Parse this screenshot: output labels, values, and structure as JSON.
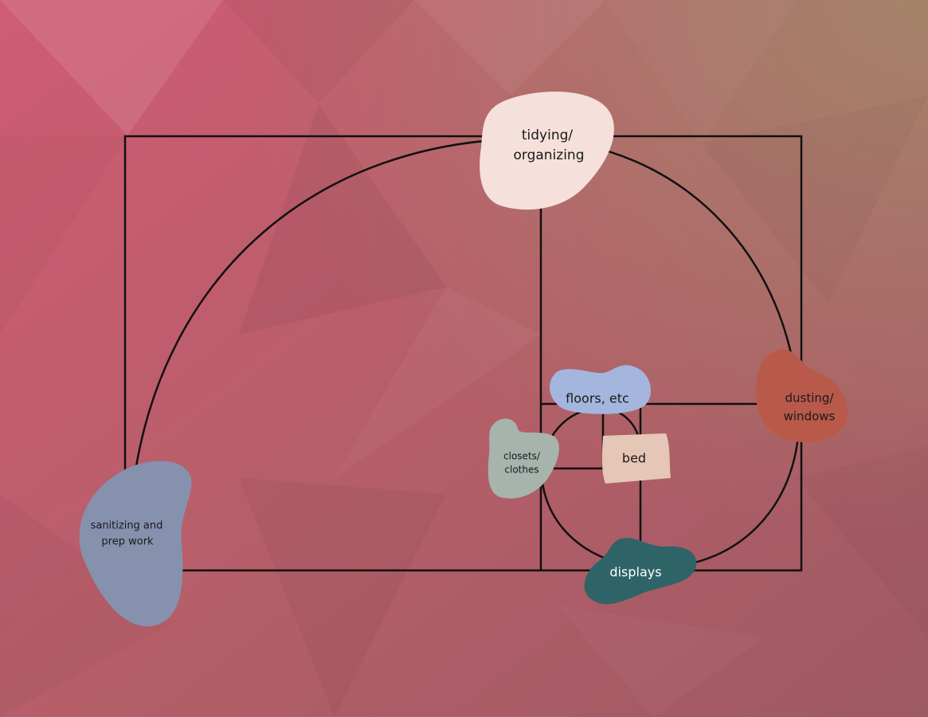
{
  "colors": {
    "bg_top_left": "#cf5c73",
    "bg_top_right": "#a4836a",
    "bg_bottom_left": "#b8556a",
    "bg_bottom_right": "#9e5a62",
    "line": "#111111",
    "blob_tidying": "#f5e0dc",
    "blob_sanitizing": "#8591ad",
    "blob_dusting": "#b9594a",
    "blob_floors": "#a4b6dd",
    "blob_closets": "#a6b4ad",
    "blob_bed": "#e6c6b6",
    "blob_displays": "#2e6467",
    "text_dark": "#1a1a1a",
    "text_light": "#ffffff"
  },
  "nodes": {
    "tidying": {
      "line1": "tidying/",
      "line2": "organizing"
    },
    "sanitizing": {
      "line1": "sanitizing and",
      "line2": "prep work"
    },
    "dusting": {
      "line1": "dusting/",
      "line2": "windows"
    },
    "floors": {
      "label": "floors, etc"
    },
    "closets": {
      "line1": "closets/",
      "line2": "clothes"
    },
    "bed": {
      "label": "bed"
    },
    "displays": {
      "label": "displays"
    }
  }
}
